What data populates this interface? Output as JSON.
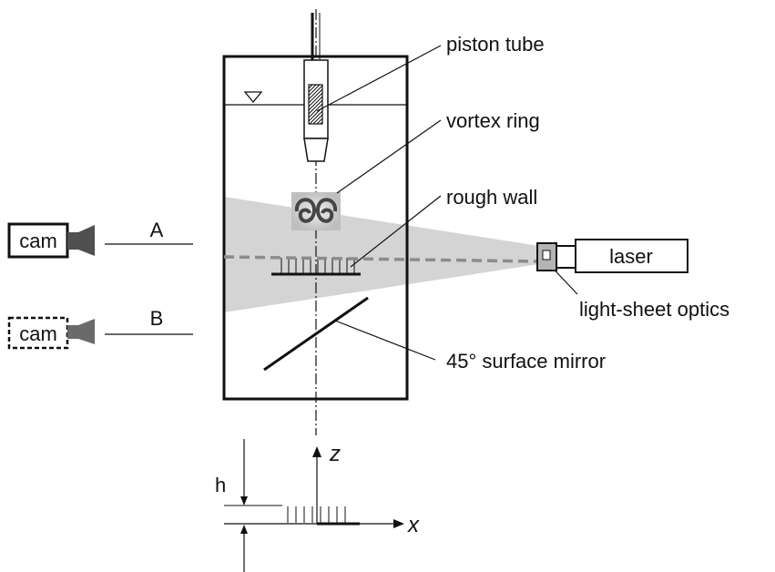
{
  "labels": {
    "piston_tube": "piston tube",
    "vortex_ring": "vortex ring",
    "rough_wall": "rough wall",
    "laser": "laser",
    "light_sheet_optics": "light-sheet optics",
    "mirror": "45°  surface mirror",
    "cam_a": "cam",
    "cam_b": "cam",
    "view_a": "A",
    "view_b": "B",
    "h": "h",
    "axis_z": "z",
    "axis_x": "x"
  },
  "colors": {
    "line": "#111111",
    "light_sheet": "#d4d4d4",
    "beam": "#8c8c8c",
    "camera_body": "#505050",
    "camera_body_dashed": "#6a6a6a",
    "optics_fill": "#b4b4b4"
  }
}
